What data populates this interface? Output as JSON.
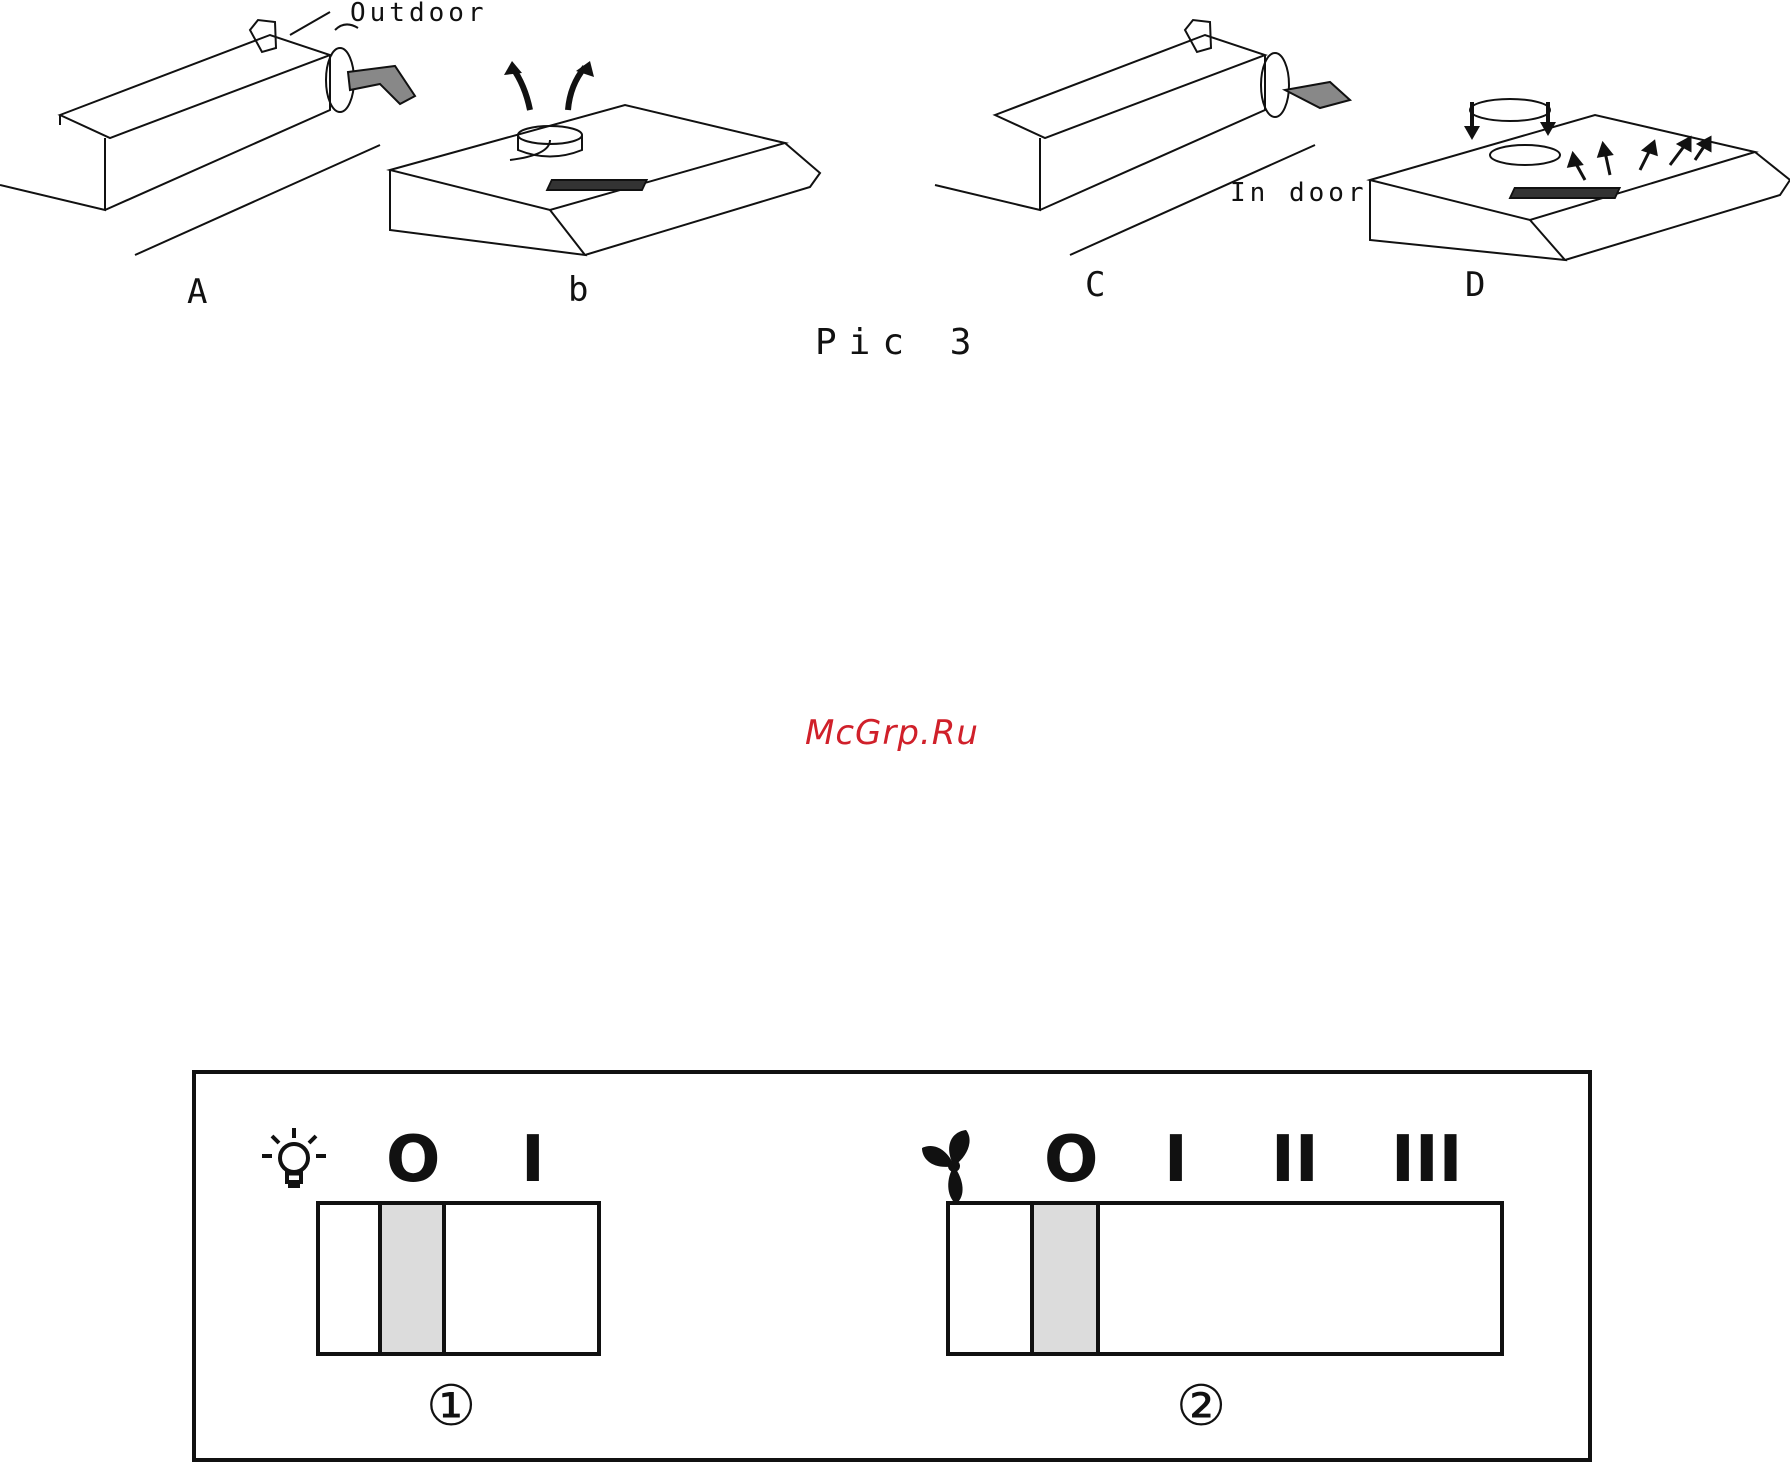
{
  "figure": {
    "labels": {
      "a": "A",
      "b": "b",
      "c": "C",
      "d": "D"
    },
    "outdoor_label": "Outdoor",
    "indoor_label": "In door",
    "caption": "Pic 3"
  },
  "watermark": {
    "text": "McGrp.Ru",
    "color": "#d0202a"
  },
  "control_panel": {
    "light": {
      "icon": "light-bulb-icon",
      "positions": [
        "O",
        "I"
      ],
      "selected_position": "O",
      "number": "①"
    },
    "fan": {
      "icon": "fan-icon",
      "positions": [
        "O",
        "I",
        "II",
        "III"
      ],
      "selected_position": "O",
      "number": "②"
    },
    "switch_fill_color": "#dcdcdc"
  }
}
